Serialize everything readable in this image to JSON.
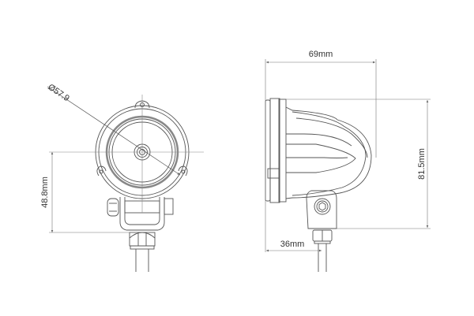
{
  "drawing": {
    "front_view": {
      "diameter_label": "Ø57.9",
      "height_label": "48.8mm"
    },
    "side_view": {
      "width_label": "69mm",
      "height_label": "81.5mm",
      "mount_offset_label": "36mm"
    },
    "colors": {
      "line": "#555555",
      "dim_line": "#777777",
      "text": "#333333",
      "background": "#ffffff"
    }
  }
}
